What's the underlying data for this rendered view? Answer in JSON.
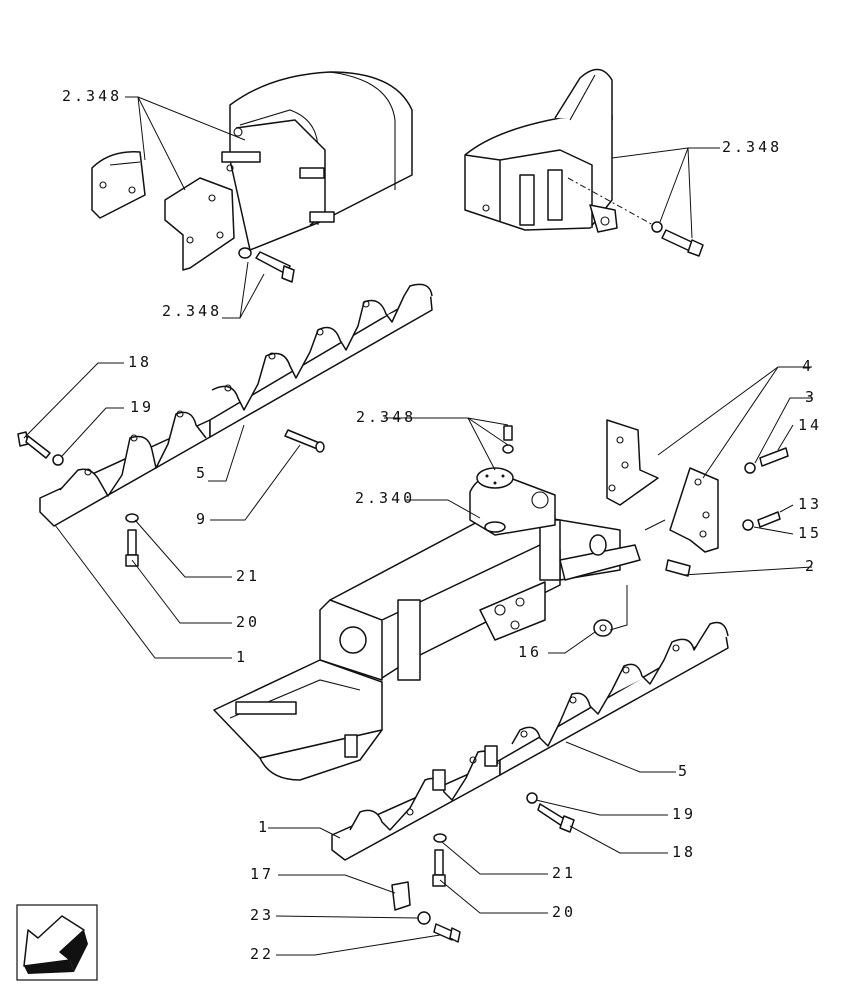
{
  "diagram": {
    "refs": {
      "r2348_tl": "2.348",
      "r2348_tr": "2.348",
      "r2348_ml": "2.348",
      "r2348_c": "2.348",
      "r2340": "2.340"
    },
    "callouts": {
      "c18a": "18",
      "c19a": "19",
      "c5a": "5",
      "c9": "9",
      "c21a": "21",
      "c20a": "20",
      "c1a": "1",
      "c4": "4",
      "c3": "3",
      "c14": "14",
      "c13": "13",
      "c15": "15",
      "c2": "2",
      "c16": "16",
      "c5b": "5",
      "c19b": "19",
      "c18b": "18",
      "c1b": "1",
      "c21b": "21",
      "c17": "17",
      "c20b": "20",
      "c23": "23",
      "c22": "22"
    }
  },
  "nav": {
    "icon": "back-arrow-icon"
  }
}
